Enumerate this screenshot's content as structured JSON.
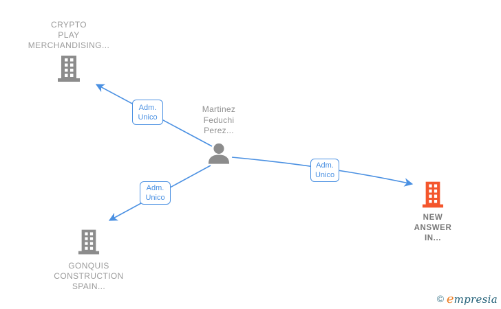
{
  "colors": {
    "edge_blue": "#4a90e2",
    "node_gray": "#8c8c8c",
    "label_gray": "#9b9b9b",
    "highlight_orange": "#f4562c",
    "highlight_label": "#787878",
    "logo_teal": "#1d5d75",
    "logo_orange": "#ee7e23",
    "logo_copy": "#4d8396"
  },
  "person": {
    "line1": "Martinez",
    "line2": "Feduchi",
    "line3": "Perez..."
  },
  "companies": {
    "crypto": {
      "line1": "CRYPTO",
      "line2": "PLAY",
      "line3": "MERCHANDISING..."
    },
    "new_answer": {
      "line1": "NEW",
      "line2": "ANSWER",
      "line3": "IN..."
    },
    "gonquis": {
      "line1": "GONQUIS",
      "line2": "CONSTRUCTION",
      "line3": "SPAIN..."
    }
  },
  "edge_labels": {
    "to_crypto": {
      "line1": "Adm.",
      "line2": "Unico"
    },
    "to_new_answer": {
      "line1": "Adm.",
      "line2": "Unico"
    },
    "to_gonquis": {
      "line1": "Adm.",
      "line2": "Unico"
    }
  },
  "watermark": {
    "copyright": "©",
    "brand_initial": "e",
    "brand_rest": "mpresia"
  }
}
